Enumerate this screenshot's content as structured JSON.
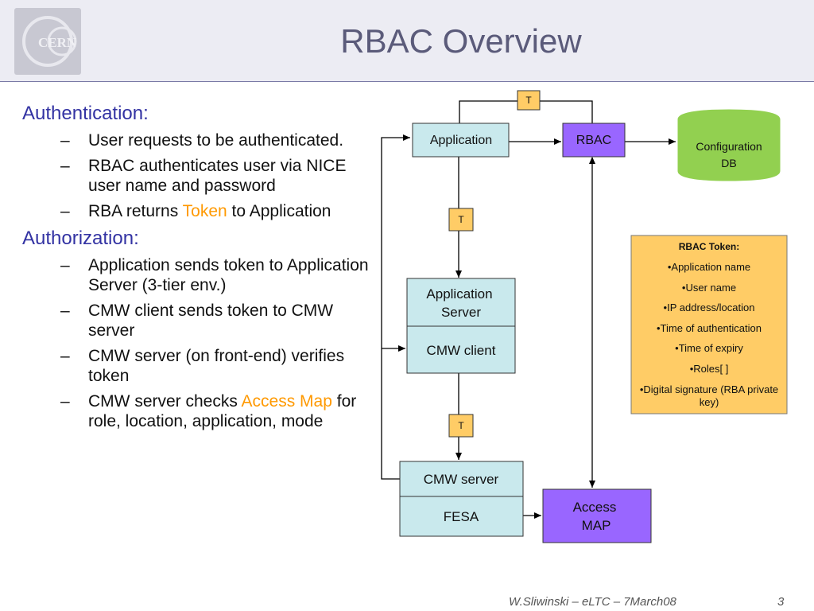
{
  "slide": {
    "title": "RBAC Overview",
    "footer": "W.Sliwinski – eLTC – 7March08",
    "page_number": "3"
  },
  "sections": [
    {
      "heading": "Authentication:",
      "bullets": [
        {
          "parts": [
            "User requests to be authenticated."
          ]
        },
        {
          "parts": [
            "RBAC authenticates user via NICE user name and password"
          ]
        },
        {
          "before": "RBA returns ",
          "highlight": "Token",
          "after": " to Application"
        }
      ]
    },
    {
      "heading": "Authorization:",
      "bullets": [
        {
          "parts": [
            "Application sends token to Application Server (3-tier env.)"
          ]
        },
        {
          "parts": [
            "CMW client sends token to CMW server"
          ]
        },
        {
          "parts": [
            "CMW server (on front-end) verifies token"
          ]
        },
        {
          "before": "CMW server checks ",
          "highlight": "Access Map",
          "after": " for role, location, application, mode"
        }
      ]
    }
  ],
  "diagram": {
    "application": "Application",
    "rbac": "RBAC",
    "config_db": [
      "Configuration",
      "DB"
    ],
    "token_label": "T",
    "app_server": [
      "Application",
      "Server"
    ],
    "cmw_client": "CMW client",
    "cmw_server": "CMW server",
    "fesa": "FESA",
    "access_map": [
      "Access",
      "MAP"
    ],
    "token_box": {
      "title": "RBAC Token:",
      "items": [
        "•Application name",
        "•User name",
        "•IP address/location",
        "•Time of authentication",
        "•Time of expiry",
        "•Roles[ ]",
        "•Digital signature (RBA private",
        "key)"
      ]
    }
  },
  "colors": {
    "box_cyan": "#c9e9ed",
    "box_purple": "#9966ff",
    "db_green": "#92d050",
    "token_orange": "#ffcc66",
    "heading_blue": "#3333a3",
    "highlight": "#ff9900"
  }
}
